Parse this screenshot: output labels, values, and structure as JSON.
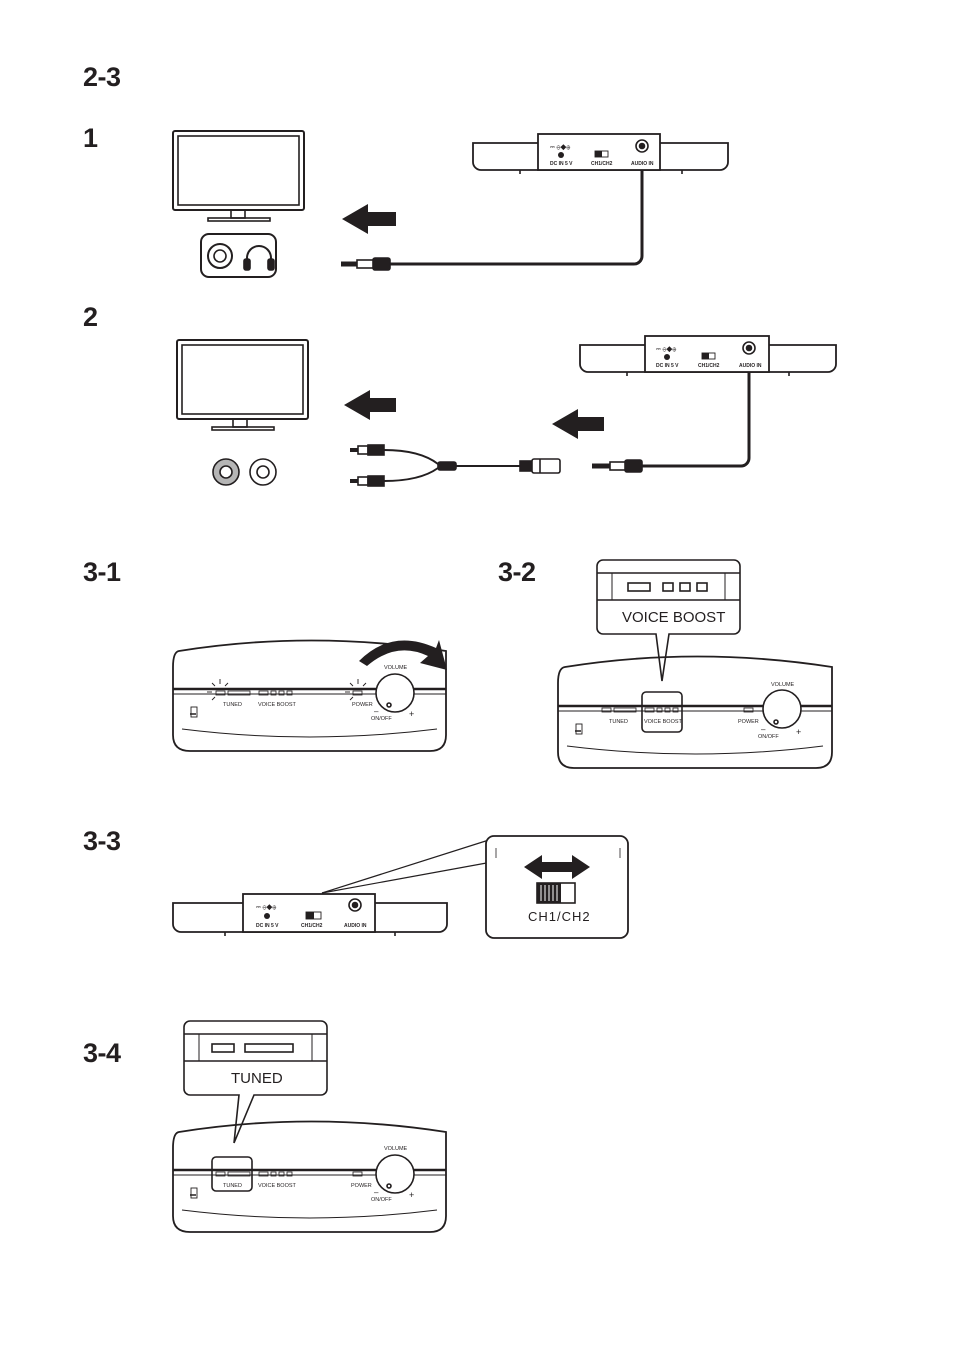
{
  "section_labels": {
    "s2_3": "2-3",
    "step1": "1",
    "step2": "2",
    "s3_1": "3-1",
    "s3_2": "3-2",
    "s3_3": "3-3",
    "s3_4": "3-4"
  },
  "panel_labels": {
    "dc_in": "DC IN 5 V",
    "ch_switch": "CH1/CH2",
    "audio_in": "AUDIO IN",
    "audio_in_3_3": "AUDIO IN",
    "dc_in_3_3": "DC IN 5 V",
    "ch_switch_3_3": "CH1/CH2",
    "dc_in_2": "DC IN 5 V",
    "ch_switch_2": "CH1/CH2",
    "audio_in_2": "AUDIO IN"
  },
  "front_labels": {
    "tuned": "TUNED",
    "voice_boost": "VOICE BOOST",
    "power": "POWER",
    "volume": "VOLUME",
    "on_off": "ON/OFF",
    "minus": "–",
    "plus": "+"
  },
  "callouts": {
    "voice_boost": "VOICE BOOST",
    "ch_switch": "CH1/CH2",
    "tuned": "TUNED"
  },
  "colors": {
    "ink": "#231f20",
    "gray_jack": "#b5b5b5"
  }
}
